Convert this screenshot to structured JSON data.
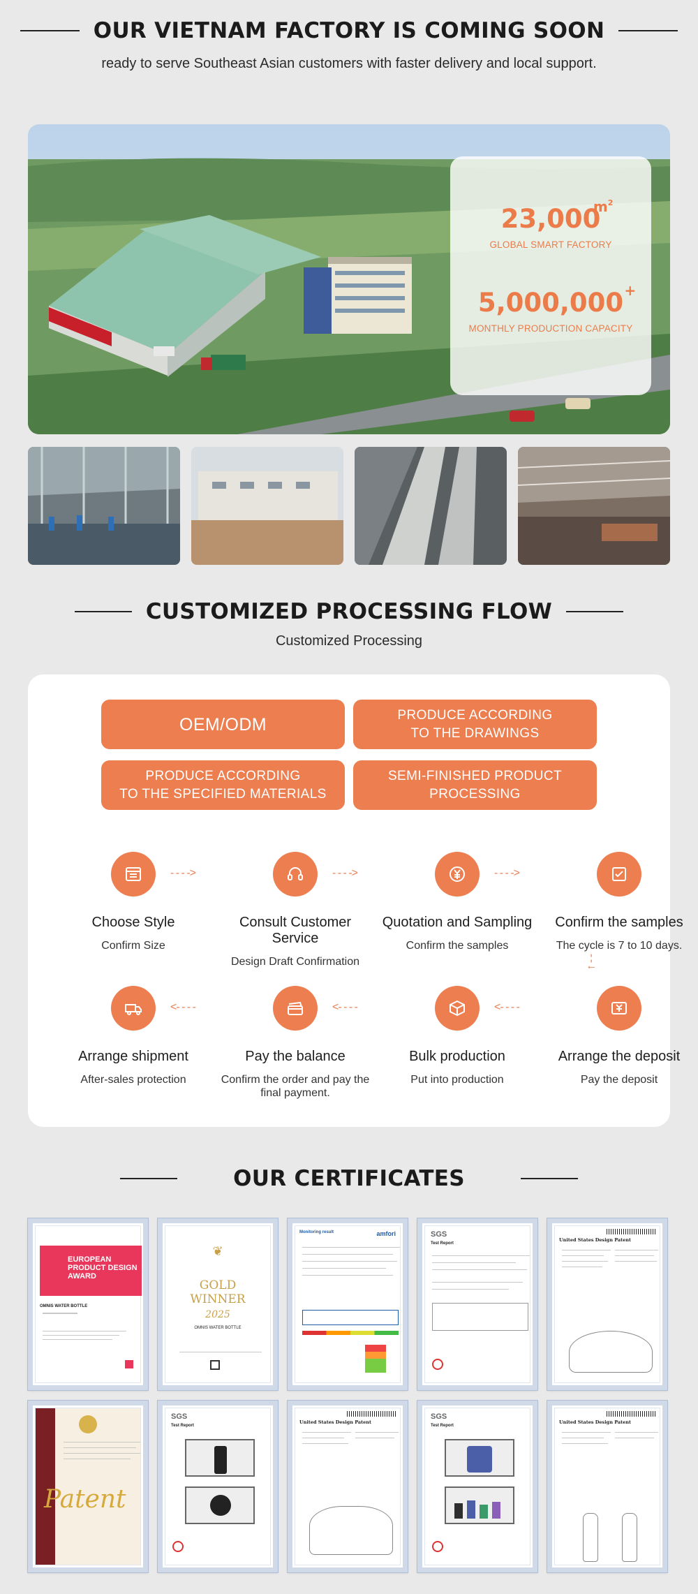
{
  "factory": {
    "title": "OUR VIETNAM FACTORY IS COMING SOON",
    "subtitle": "ready to serve Southeast Asian customers with faster delivery and local support.",
    "stats": [
      {
        "value": "23,000",
        "sup": "m²",
        "label": "GLOBAL SMART FACTORY"
      },
      {
        "value": "5,000,000",
        "sup": "+",
        "label": "MONTHLY PRODUCTION CAPACITY"
      }
    ]
  },
  "process": {
    "title": "CUSTOMIZED PROCESSING FLOW",
    "subtitle": "Customized Processing",
    "options": [
      "OEM/ODM",
      "PRODUCE ACCORDING\nTO THE DRAWINGS",
      "PRODUCE ACCORDING\nTO THE SPECIFIED MATERIALS",
      "SEMI-FINISHED PRODUCT\nPROCESSING"
    ],
    "steps": [
      {
        "title": "Choose Style",
        "sub": "Confirm Size",
        "icon": "catalog-icon"
      },
      {
        "title": "Consult Customer Service",
        "sub": "Design Draft Confirmation",
        "icon": "headset-icon"
      },
      {
        "title": "Quotation and Sampling",
        "sub": "Confirm the samples",
        "icon": "yen-coin-icon"
      },
      {
        "title": "Confirm the samples",
        "sub": "The cycle is 7 to 10 days.",
        "icon": "checklist-icon"
      },
      {
        "title": "Arrange shipment",
        "sub": "After-sales protection",
        "icon": "truck-icon"
      },
      {
        "title": "Pay the balance",
        "sub": "Confirm the order and pay the final payment.",
        "icon": "card-payment-icon"
      },
      {
        "title": "Bulk production",
        "sub": "Put into production",
        "icon": "box-icon"
      },
      {
        "title": "Arrange the deposit",
        "sub": "Pay the deposit",
        "icon": "yen-wallet-icon"
      }
    ]
  },
  "certificates": {
    "title": "OUR CERTIFICATES",
    "items": [
      {
        "header": "EUROPEAN PRODUCT DESIGN AWARD",
        "caption": "OMNIS WATER BOTTLE"
      },
      {
        "header": "GOLD WINNER",
        "caption": "OMNIS WATER BOTTLE"
      },
      {
        "header": "amfori",
        "caption": "Monitoring result"
      },
      {
        "header": "SGS",
        "caption": "Test Report"
      },
      {
        "header": "United States Design Patent",
        "caption": ""
      },
      {
        "header": "Patent",
        "caption": ""
      },
      {
        "header": "SGS",
        "caption": "Test Report"
      },
      {
        "header": "United States Design Patent",
        "caption": ""
      },
      {
        "header": "SGS",
        "caption": "Test Report"
      },
      {
        "header": "United States Design Patent",
        "caption": ""
      }
    ]
  },
  "colors": {
    "accent": "#ec7e4f",
    "background": "#e9e9e9",
    "card": "#ffffff"
  }
}
